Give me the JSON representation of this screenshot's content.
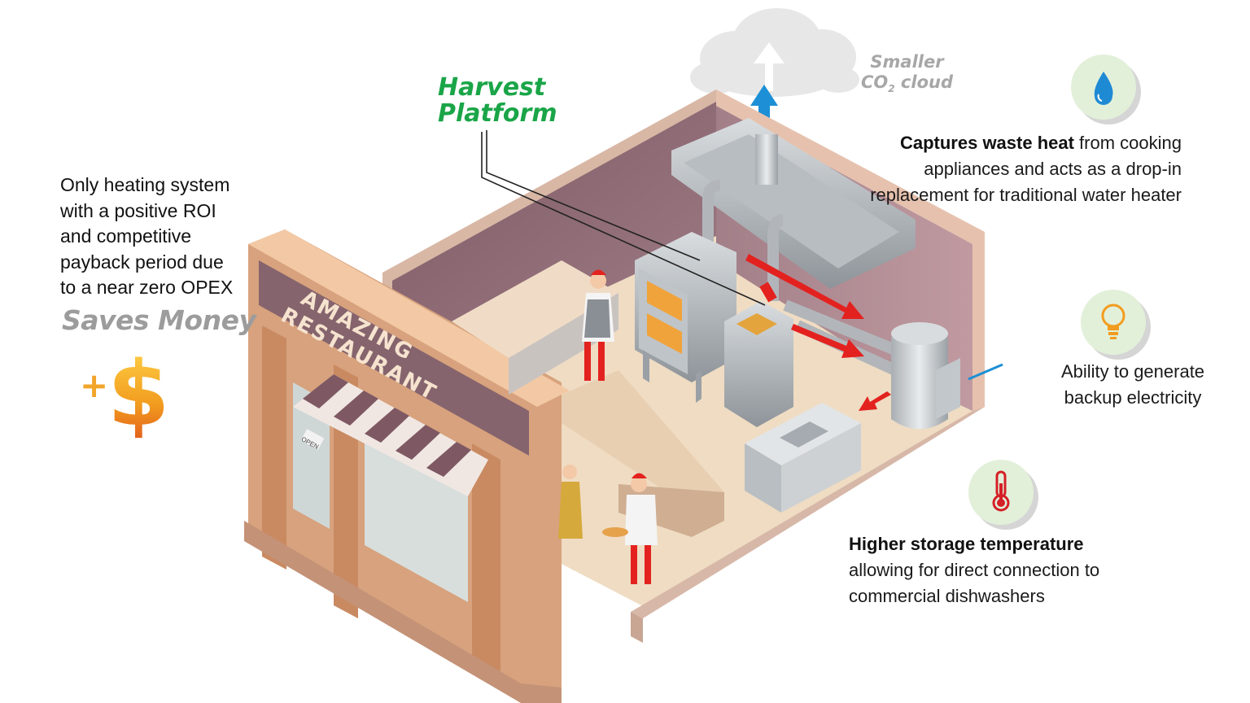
{
  "left_panel": {
    "lines": [
      "Only heating system",
      "with a positive ROI",
      "and competitive",
      "payback period due",
      "to a near zero OPEX"
    ],
    "saves_money": "Saves Money",
    "plus_symbol": "+",
    "dollar_symbol": "$"
  },
  "harvest_label": {
    "line1": "Harvest",
    "line2": "Platform"
  },
  "cloud_label": {
    "line1": "Smaller",
    "line2_prefix": "CO",
    "line2_sub": "2",
    "line2_suffix": " cloud"
  },
  "restaurant_sign": {
    "line1": "AMAZING",
    "line2": "RESTAURANT"
  },
  "door_sign": "OPEN",
  "features": {
    "waste_heat": {
      "bold": "Captures waste heat",
      "rest": " from cooking appliances and acts as a drop-in replacement for traditional water heater",
      "icon": "water-drop-icon"
    },
    "backup_electricity": {
      "text": "Ability to generate backup electricity",
      "icon": "lightbulb-icon"
    },
    "storage_temperature": {
      "bold": "Higher storage temperature",
      "rest": " allowing for direct connection to commercial dishwashers",
      "icon": "thermometer-icon"
    }
  },
  "colors": {
    "harvest_green": "#1aa548",
    "flow_red": "#e3221f",
    "exhaust_blue": "#1d8fd6",
    "dollar_orange": "#f29c1f",
    "wall_mauve": "#8f6b74",
    "floor_tan": "#efdcc3",
    "icon_circle_green": "#e2f0da"
  }
}
